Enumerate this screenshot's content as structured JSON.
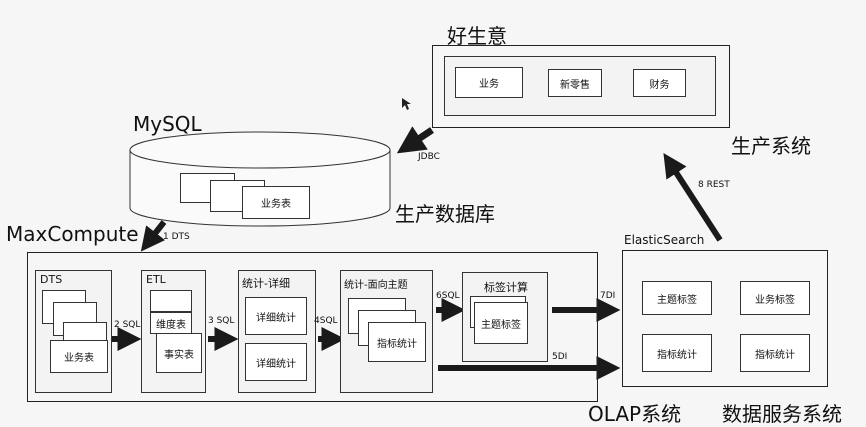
{
  "production": {
    "title": "好生意",
    "items": [
      "业务",
      "新零售",
      "财务"
    ],
    "caption": "生产系统"
  },
  "mysql": {
    "title": "MySQL",
    "table": "业务表",
    "caption": "生产数据库",
    "jdbc": "JDBC"
  },
  "maxcompute": {
    "title": "MaxCompute",
    "arrow_dts": "1 DTS",
    "stages": {
      "dts": {
        "title": "DTS",
        "table": "业务表"
      },
      "etl": {
        "title": "ETL",
        "dim": "维度表",
        "fact": "事实表"
      },
      "detail": {
        "title": "统计-详细",
        "item1": "详细统计",
        "item2": "详细统计"
      },
      "subject": {
        "title": "统计-面向主题",
        "item": "指标统计"
      },
      "tag": {
        "title": "标签计算",
        "item": "主题标签"
      }
    },
    "arrows": {
      "a2": "2 SQL",
      "a3": "3 SQL",
      "a4": "4SQL",
      "a6": "6SQL",
      "a5": "5DI",
      "a7": "7DI"
    },
    "caption": "OLAP系统"
  },
  "elastic": {
    "title": "ElasticSearch",
    "items": [
      "主题标签",
      "业务标签",
      "指标统计",
      "指标统计"
    ],
    "caption": "数据服务系统",
    "rest": "8 REST"
  }
}
